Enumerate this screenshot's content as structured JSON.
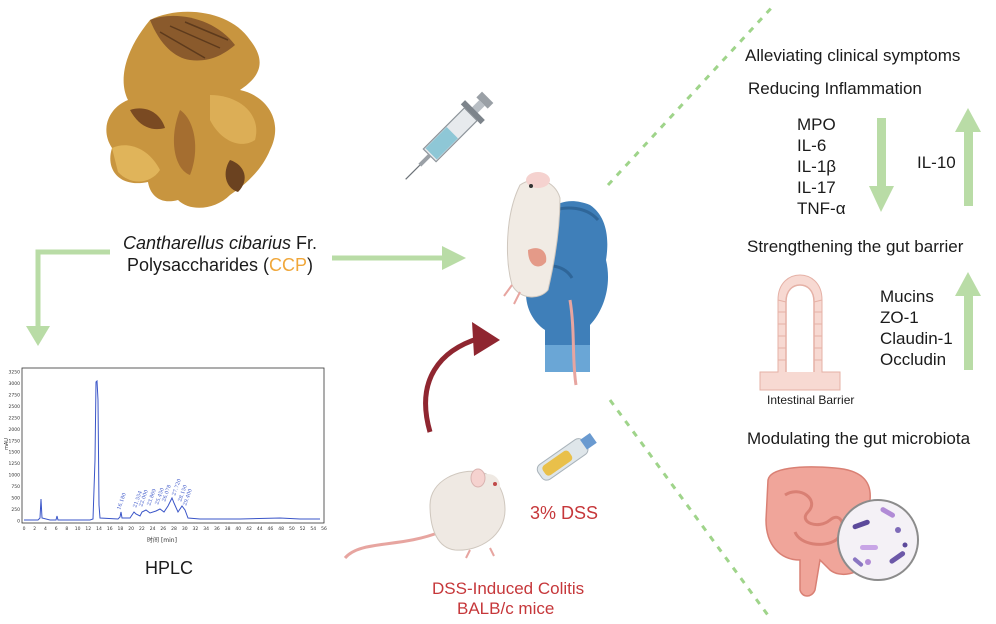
{
  "source": {
    "species_italic": "Cantharellus cibarius",
    "species_suffix": " Fr.",
    "line2_prefix": "Polysaccharides (",
    "abbrev": "CCP",
    "line2_suffix": ")"
  },
  "hplc": {
    "label": "HPLC",
    "y_unit": "mAU",
    "x_label": "时间 [min]",
    "y_ticks": [
      "3250",
      "3000",
      "2750",
      "2500",
      "2250",
      "2000",
      "1750",
      "1500",
      "1250",
      "1000",
      "750",
      "500",
      "250",
      "0"
    ],
    "x_ticks": [
      "0",
      "2",
      "4",
      "6",
      "8",
      "10",
      "12",
      "14",
      "16",
      "18",
      "20",
      "22",
      "24",
      "26",
      "28",
      "30",
      "32",
      "34",
      "36",
      "38",
      "40",
      "42",
      "44",
      "46",
      "48",
      "50",
      "52",
      "54",
      "56"
    ],
    "peak_labels": [
      "16.180",
      "21.554",
      "22.000",
      "23.869",
      "25.450",
      "26.078",
      "27.720",
      "28.150",
      "29.400"
    ]
  },
  "model": {
    "dss_dose": "3% DSS",
    "model_line1": "DSS-Induced Colitis",
    "model_line2": "BALB/c mice"
  },
  "effects": {
    "clinical": "Alleviating clinical symptoms",
    "inflammation": "Reducing Inflammation",
    "down_markers": [
      "MPO",
      "IL-6",
      "IL-1β",
      "IL-17",
      "TNF-α"
    ],
    "up_marker": "IL-10",
    "barrier": "Strengthening the gut barrier",
    "barrier_markers": [
      "Mucins",
      "ZO-1",
      "Claudin-1",
      "Occludin"
    ],
    "barrier_caption": "Intestinal Barrier",
    "microbiota": "Modulating the gut microbiota"
  },
  "colors": {
    "arrow_green": "#b9dca6",
    "dashed_green": "#9fd48a",
    "curved_arrow": "#8f2630",
    "hplc_line": "#3a55c8",
    "glove_blue": "#3f7fb9",
    "accent_red": "#c6373a",
    "accent_orange": "#f0a73a"
  }
}
